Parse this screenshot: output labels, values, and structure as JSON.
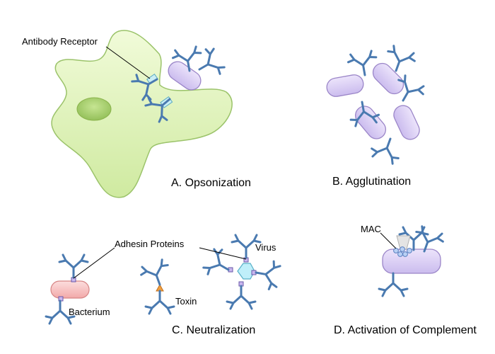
{
  "labels": {
    "antibody_receptor": "Antibody  Receptor",
    "opsonization": "A. Opsonization",
    "agglutination": "B. Agglutination",
    "adhesin_proteins": "Adhesin Proteins",
    "virus": "Virus",
    "bacterium": "Bacterium",
    "toxin": "Toxin",
    "neutralization": "C. Neutralization",
    "mac": "MAC",
    "complement": "D. Activation of Complement"
  },
  "colors": {
    "cell_fill": "#dff3b8",
    "cell_stroke": "#9bc36a",
    "nucleus": "#a8d070",
    "bacterium_fill": "#dcd0f4",
    "bacterium_stroke": "#9b86c8",
    "antibody": "#4a7ab0",
    "receptor": "#c9eef5",
    "red_bacterium": "#f7c3c3",
    "toxin": "#f0a040",
    "virus": "#bfeffa"
  }
}
